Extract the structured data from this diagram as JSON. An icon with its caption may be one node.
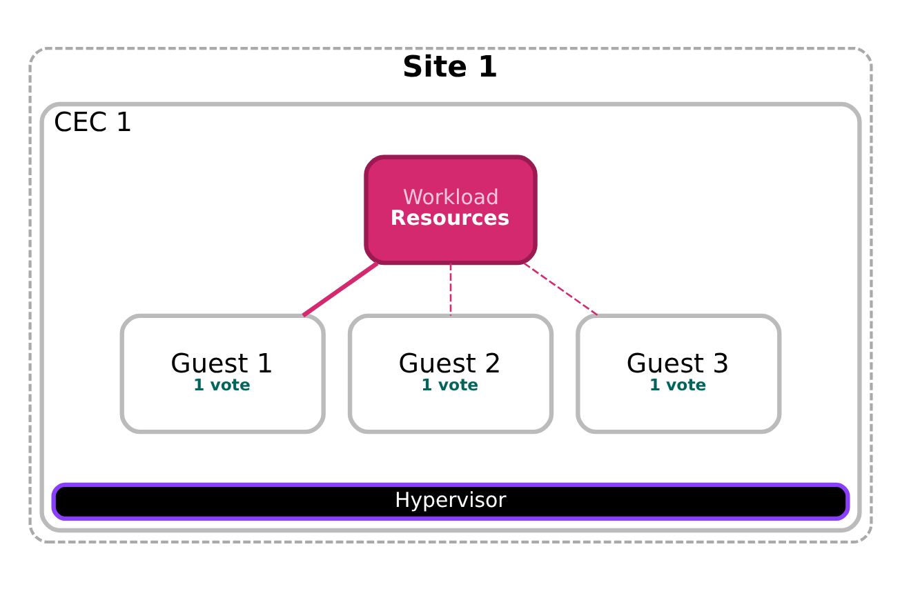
{
  "diagram": {
    "nodes": [
      {
        "text": [
          "Site 1"
        ]
      },
      {
        "text": [
          "CEC 1"
        ],
        "in": 0
      },
      {
        "text": [
          "Workload",
          "Resources"
        ],
        "in": 1
      },
      {
        "text": [
          "Guest 1",
          "1 vote"
        ],
        "in": 1
      },
      {
        "text": [
          "Guest 2",
          "1 vote"
        ],
        "in": 1
      },
      {
        "text": [
          "Guest 3",
          "1 vote"
        ],
        "in": 1
      },
      {
        "text": [
          "Hypervisor"
        ],
        "in": 1
      }
    ],
    "edges": [
      {
        "from": 2,
        "to": 3,
        "arrow": "none",
        "style": "thick"
      },
      {
        "from": 2,
        "to": 4,
        "arrow": "none",
        "style": "dashed"
      },
      {
        "from": 2,
        "to": 5,
        "arrow": "none",
        "style": "dashed"
      }
    ]
  }
}
